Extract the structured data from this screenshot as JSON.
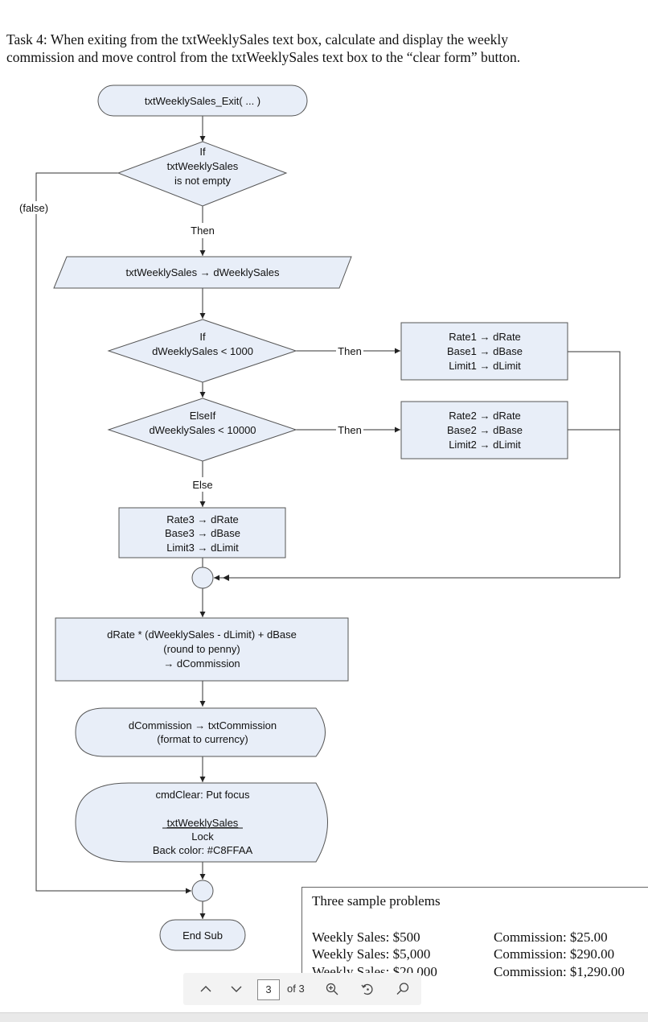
{
  "task": {
    "line1": "Task 4:  When exiting from the txtWeeklySales text box, calculate and display the weekly",
    "line2": "commission and move control from the txtWeeklySales text box to the “clear form” button."
  },
  "flowchart": {
    "start": "txtWeeklySales_Exit( ... )",
    "if1": {
      "line1": "If",
      "line2": "txtWeeklySales",
      "line3": "is not empty"
    },
    "false_label": "(false)",
    "then1_label": "Then",
    "input": "txtWeeklySales → dWeeklySales",
    "if2": {
      "line1": "If",
      "line2": "dWeeklySales < 1000"
    },
    "then2_label": "Then",
    "box1": {
      "line1": "Rate1 → dRate",
      "line2": "Base1 → dBase",
      "line3": "Limit1 → dLimit"
    },
    "elseif": {
      "line1": "ElseIf",
      "line2": "dWeeklySales < 10000"
    },
    "then3_label": "Then",
    "box2": {
      "line1": "Rate2 → dRate",
      "line2": "Base2 → dBase",
      "line3": "Limit2 → dLimit"
    },
    "else_label": "Else",
    "box3": {
      "line1": "Rate3 → dRate",
      "line2": "Base3 → dBase",
      "line3": "Limit3 → dLimit"
    },
    "calc": {
      "line1": "dRate * (dWeeklySales - dLimit) + dBase",
      "line2": "(round to penny)",
      "line3": "→ dCommission"
    },
    "display": {
      "line1": "dCommission → txtCommission",
      "line2": "(format to currency)"
    },
    "focus": {
      "line1": "cmdClear:  Put focus",
      "line2": "txtWeeklySales",
      "line3": "Lock",
      "line4": "Back color: #C8FFAA"
    },
    "end": "End Sub"
  },
  "samples": {
    "title": "Three sample problems",
    "rows": [
      {
        "weekly": "Weekly Sales:  $500",
        "commission": "Commission: $25.00"
      },
      {
        "weekly": "Weekly Sales:  $5,000",
        "commission": "Commission: $290.00"
      },
      {
        "weekly": "Weekly Sales:  $20,000",
        "commission": "Commission: $1,290.00"
      }
    ]
  },
  "viewer": {
    "page_number": "3",
    "page_total": "of 3",
    "icons": [
      "chevron-up-icon",
      "chevron-down-icon",
      "zoom-in-icon",
      "rotate-icon",
      "search-icon"
    ]
  },
  "colors": {
    "shape_fill": "#E8EEF8",
    "stroke": "#555555"
  }
}
